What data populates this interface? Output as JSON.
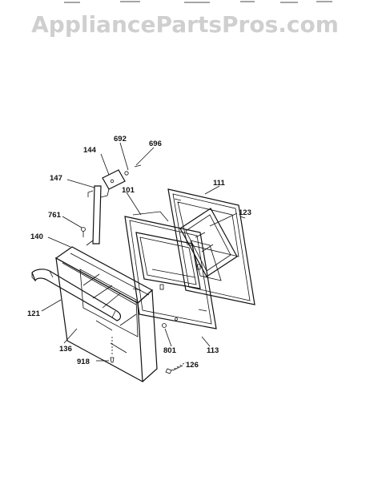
{
  "watermark": "AppliancePartsPros.com",
  "callouts": [
    "692",
    "144",
    "696",
    "147",
    "101",
    "111",
    "761",
    "123",
    "140",
    "121",
    "136",
    "801",
    "113",
    "918",
    "126"
  ]
}
